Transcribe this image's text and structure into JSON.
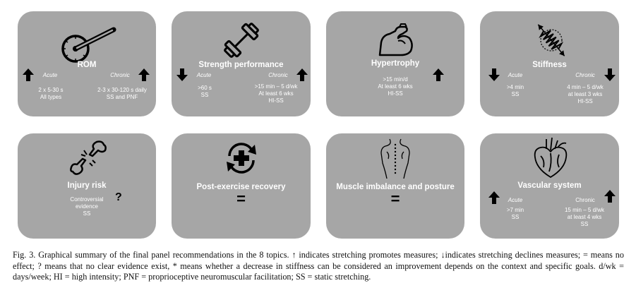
{
  "panels": {
    "rom": {
      "title": "ROM",
      "acute_label": "Acute",
      "acute_l1": "2 x 5-30 s",
      "acute_l2": "All types",
      "chronic_label": "Chronic",
      "chronic_l1": "2-3 x 30-120 s daily",
      "chronic_l2": "SS and PNF"
    },
    "strength": {
      "title": "Strength performance",
      "acute_label": "Acute",
      "acute_l1": ">60 s",
      "acute_l2": "SS",
      "chronic_label": "Chronic",
      "chronic_l1": ">15 min – 5 d/wk",
      "chronic_l2": "At least 6 wks",
      "chronic_l3": "HI-SS"
    },
    "hypertrophy": {
      "title": "Hypertrophy",
      "l1": ">15 min/d",
      "l2": "At least 6 wks",
      "l3": "HI-SS"
    },
    "stiffness": {
      "title": "Stiffness",
      "acute_label": "Acute",
      "acute_l1": ">4 min",
      "acute_l2": "SS",
      "chronic_label": "Chronic",
      "chronic_l1": "4 min – 5 d/wk",
      "chronic_l2": "at least 3 wks",
      "chronic_l3": "HI-SS"
    },
    "injury": {
      "title": "Injury risk",
      "l1": "Controversial",
      "l2": "evidence",
      "l3": "SS",
      "symbol": "?"
    },
    "recovery": {
      "title": "Post-exercise recovery",
      "symbol": "="
    },
    "imbalance": {
      "title": "Muscle imbalance and posture",
      "symbol": "="
    },
    "vascular": {
      "title": "Vascular system",
      "acute_label": "Acute",
      "acute_l1": ">7 min",
      "acute_l2": "SS",
      "chronic_label": "Chronic",
      "chronic_l1": "15 min – 5 d/wk",
      "chronic_l2": "at least 4 wks",
      "chronic_l3": "SS"
    }
  },
  "caption": "Fig. 3. Graphical summary of the final panel recommendations in the 8 topics. ↑ indicates stretching promotes measures; ↓indicates stretching declines measures; = means no effect; ? means that no clear evidence exist, * means whether a decrease in stiffness can be considered an improvement depends on the context and specific goals. d/wk = days/week; HI = high intensity; PNF = proprioceptive neuromuscular facilitation; SS = static stretching.",
  "colors": {
    "panel": "#a6a6a6",
    "icon": "#000000",
    "text": "#ffffff"
  },
  "icons": [
    "goniometer-icon",
    "barbell-icon",
    "flexed-arm-icon",
    "spring-icon",
    "broken-bone-icon",
    "recovery-cycle-icon",
    "torso-icon",
    "heart-icon",
    "arrow-up-icon",
    "arrow-down-icon"
  ]
}
